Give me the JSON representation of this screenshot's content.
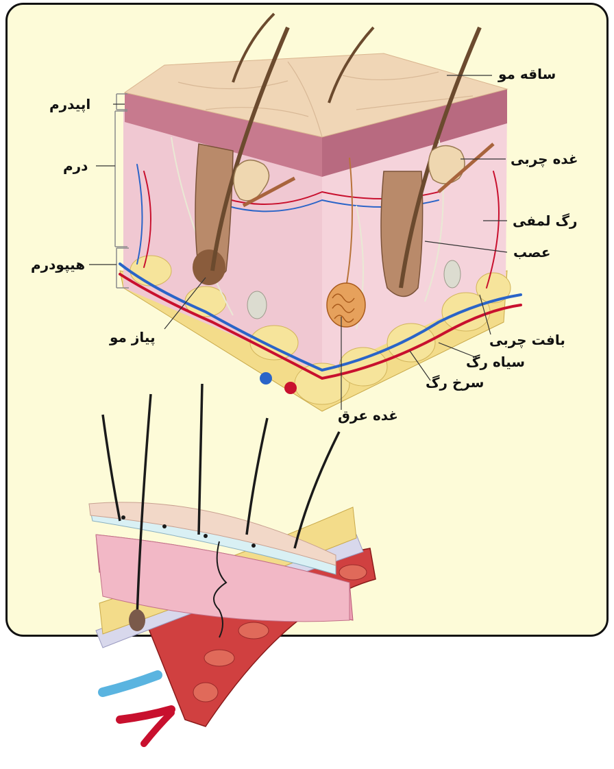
{
  "diagram": {
    "labels": {
      "hair_shaft": "ساقه مو",
      "epidermis": "اپیدرم",
      "dermis": "درم",
      "sebaceous_gland": "غده چربی",
      "lymph_vessel": "رگ لمفی",
      "nerve": "عصب",
      "hypodermis": "هیپودرم",
      "hair_bulb": "پیاز مو",
      "adipose_tissue": "بافت چربی",
      "vein": "سیاه رگ",
      "artery": "سرخ رگ",
      "sweat_gland": "غده عرق"
    },
    "colors": {
      "panel_background": "#fdfbd8",
      "epidermis_surface": "#f0d6b6",
      "dermis": "#f0c8d2",
      "artery": "#c8102e",
      "vein": "#2a64c8",
      "fat": "#f3dc8a",
      "hair": "#6b4a2e"
    }
  }
}
